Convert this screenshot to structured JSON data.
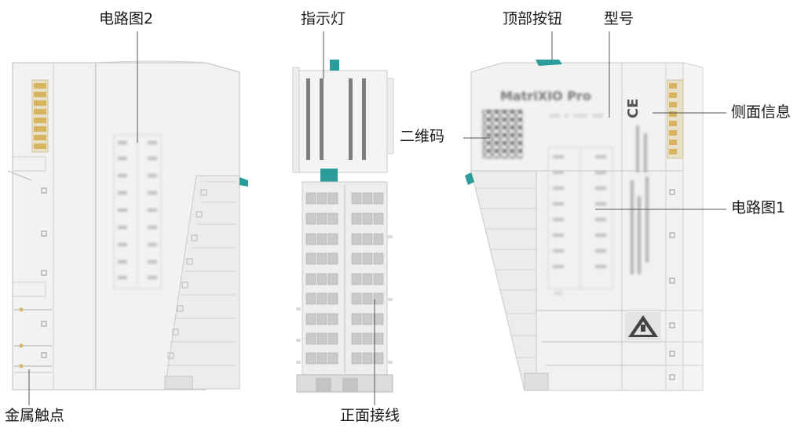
{
  "labels": {
    "circuit2": "电路图2",
    "indicator": "指示灯",
    "top_button": "顶部按钮",
    "model_label": "型号",
    "side_info": "侧面信息",
    "qr_code": "二维码",
    "circuit1": "电路图1",
    "metal_contacts": "金属触点",
    "front_wiring": "正面接线"
  },
  "module": {
    "brand_text": "MatriXIO Pro",
    "ce_mark": "CE"
  },
  "colors": {
    "teal_accent": "#2a9d9a",
    "gold_pins": "#d9b45f",
    "body": "#f2f2f2",
    "outline": "#c9c9c9",
    "led_bar": "#7e7e7e"
  },
  "icons": [
    "esd-warning-icon",
    "ce-mark-icon",
    "qr-code-icon"
  ]
}
